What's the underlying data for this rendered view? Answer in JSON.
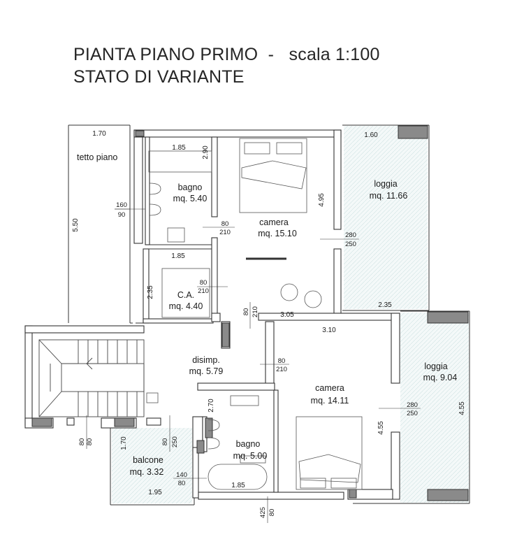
{
  "title": {
    "line1": "PIANTA PIANO PRIMO  -   scala 1:100",
    "line2": "STATO DI VARIANTE"
  },
  "rooms": [
    {
      "id": "tetto",
      "name": "tetto piano",
      "area": ""
    },
    {
      "id": "bagno1",
      "name": "bagno",
      "area": "mq. 5.40"
    },
    {
      "id": "camera1",
      "name": "camera",
      "area": "mq. 15.10"
    },
    {
      "id": "loggia1",
      "name": "loggia",
      "area": "mq. 11.66"
    },
    {
      "id": "ca",
      "name": "C.A.",
      "area": "mq. 4.40"
    },
    {
      "id": "disimp",
      "name": "disimp.",
      "area": "mq. 5.79"
    },
    {
      "id": "camera2",
      "name": "camera",
      "area": "mq. 14.11"
    },
    {
      "id": "loggia2",
      "name": "loggia",
      "area": "mq. 9.04"
    },
    {
      "id": "bagno2",
      "name": "bagno",
      "area": "mq. 5.00"
    },
    {
      "id": "balcone",
      "name": "balcone",
      "area": "mq. 3.32"
    }
  ],
  "dimensions": {
    "d170_top": "1.70",
    "d185_a": "1.85",
    "d290": "2.90",
    "d160_top": "1.60",
    "d495": "4.95",
    "d550": "5.50",
    "d185_b": "1.85",
    "d235_a": "2.35",
    "d305": "3.05",
    "d235_b": "2.35",
    "d310": "3.10",
    "d270": "2.70",
    "d455_a": "4.55",
    "d455_b": "4.55",
    "d170_b": "1.70",
    "d185_c": "1.85",
    "d195": "1.95"
  },
  "openings": [
    {
      "id": "w_bagno1",
      "top": "160",
      "bottom": "90"
    },
    {
      "id": "d_bagno1",
      "top": "80",
      "bottom": "210"
    },
    {
      "id": "w_cam1",
      "top": "280",
      "bottom": "250"
    },
    {
      "id": "d_ca",
      "top": "80",
      "bottom": "210"
    },
    {
      "id": "d_cam1",
      "top": "80",
      "bottom": "210"
    },
    {
      "id": "d_cam2",
      "top": "80",
      "bottom": "210"
    },
    {
      "id": "w_cam2",
      "top": "280",
      "bottom": "250"
    },
    {
      "id": "w_stair",
      "top": "80",
      "bottom": "80"
    },
    {
      "id": "d_balc",
      "top": "80",
      "bottom": "250"
    },
    {
      "id": "w_bagno2",
      "top": "140",
      "bottom": "80"
    },
    {
      "id": "w_bottom",
      "top": "425",
      "bottom": "80"
    }
  ]
}
